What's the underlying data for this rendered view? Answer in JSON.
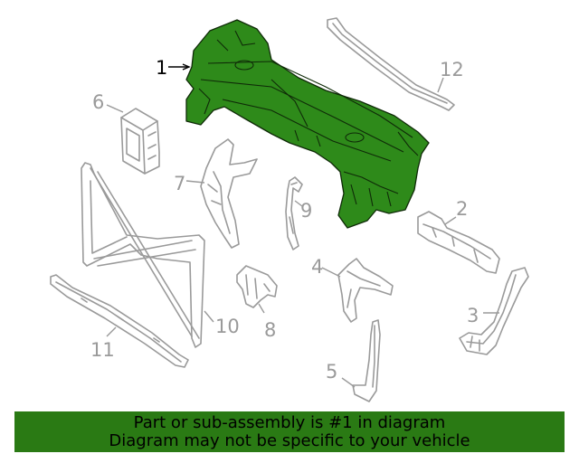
{
  "diagram": {
    "callouts": [
      {
        "id": "1",
        "label": "1",
        "highlighted": true
      },
      {
        "id": "2",
        "label": "2",
        "highlighted": false
      },
      {
        "id": "3",
        "label": "3",
        "highlighted": false
      },
      {
        "id": "4",
        "label": "4",
        "highlighted": false
      },
      {
        "id": "5",
        "label": "5",
        "highlighted": false
      },
      {
        "id": "6",
        "label": "6",
        "highlighted": false
      },
      {
        "id": "7",
        "label": "7",
        "highlighted": false
      },
      {
        "id": "8",
        "label": "8",
        "highlighted": false
      },
      {
        "id": "9",
        "label": "9",
        "highlighted": false
      },
      {
        "id": "10",
        "label": "10",
        "highlighted": false
      },
      {
        "id": "11",
        "label": "11",
        "highlighted": false
      },
      {
        "id": "12",
        "label": "12",
        "highlighted": false
      }
    ],
    "colors": {
      "highlight_part": "#2e8a1a",
      "line_art": "#9a9a9a",
      "banner_bg": "#2a7a14"
    }
  },
  "banner": {
    "line1": "Part or sub-assembly is #1 in diagram",
    "line2": "Diagram may not be specific to your vehicle"
  }
}
